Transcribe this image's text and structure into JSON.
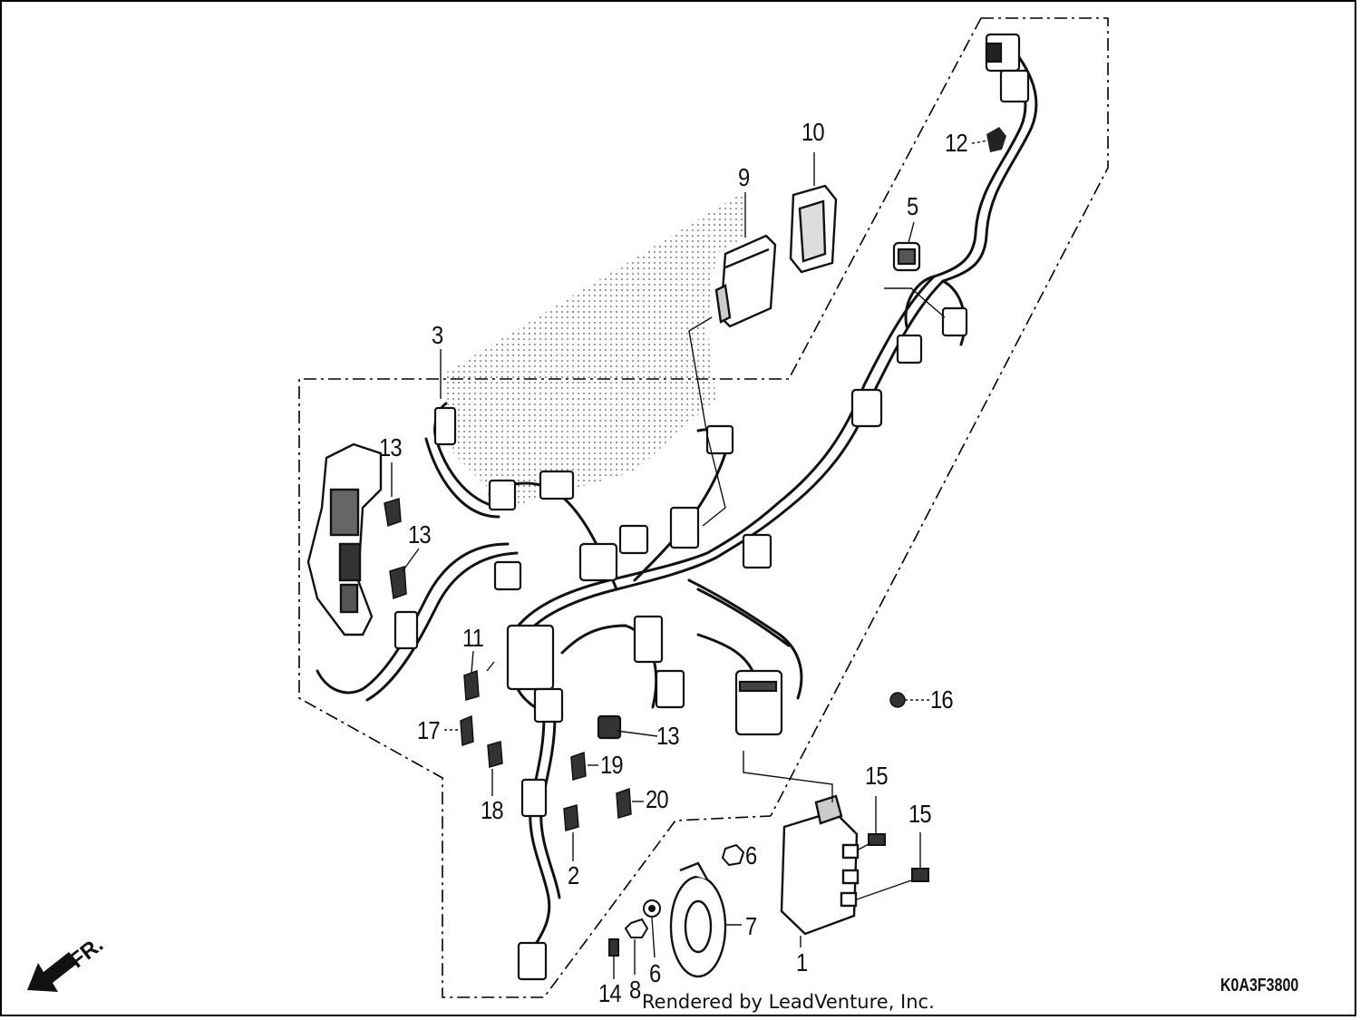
{
  "diagram": {
    "callouts": {
      "p1": "1",
      "p2": "2",
      "p3": "3",
      "p5": "5",
      "p6a": "6",
      "p6b": "6",
      "p7": "7",
      "p8": "8",
      "p9": "9",
      "p10": "10",
      "p11": "11",
      "p12": "12",
      "p13a": "13",
      "p13b": "13",
      "p13c": "13",
      "p14": "14",
      "p15a": "15",
      "p15b": "15",
      "p16": "16",
      "p17": "17",
      "p18": "18",
      "p19": "19",
      "p20": "20"
    },
    "direction_marker": "FR.",
    "diagram_code": "K0A3F3800",
    "credit": "Rendered by LeadVenture, Inc."
  }
}
